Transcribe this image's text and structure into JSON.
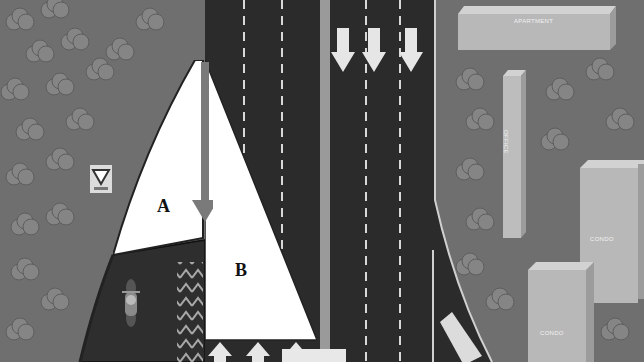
{
  "diagram": {
    "nodes": [
      {
        "text": [
          "A"
        ]
      },
      {
        "text": [
          "B"
        ]
      }
    ],
    "labels": [
      "APARTMENT",
      "OFFICE",
      "CONDO",
      "CONDO"
    ]
  }
}
